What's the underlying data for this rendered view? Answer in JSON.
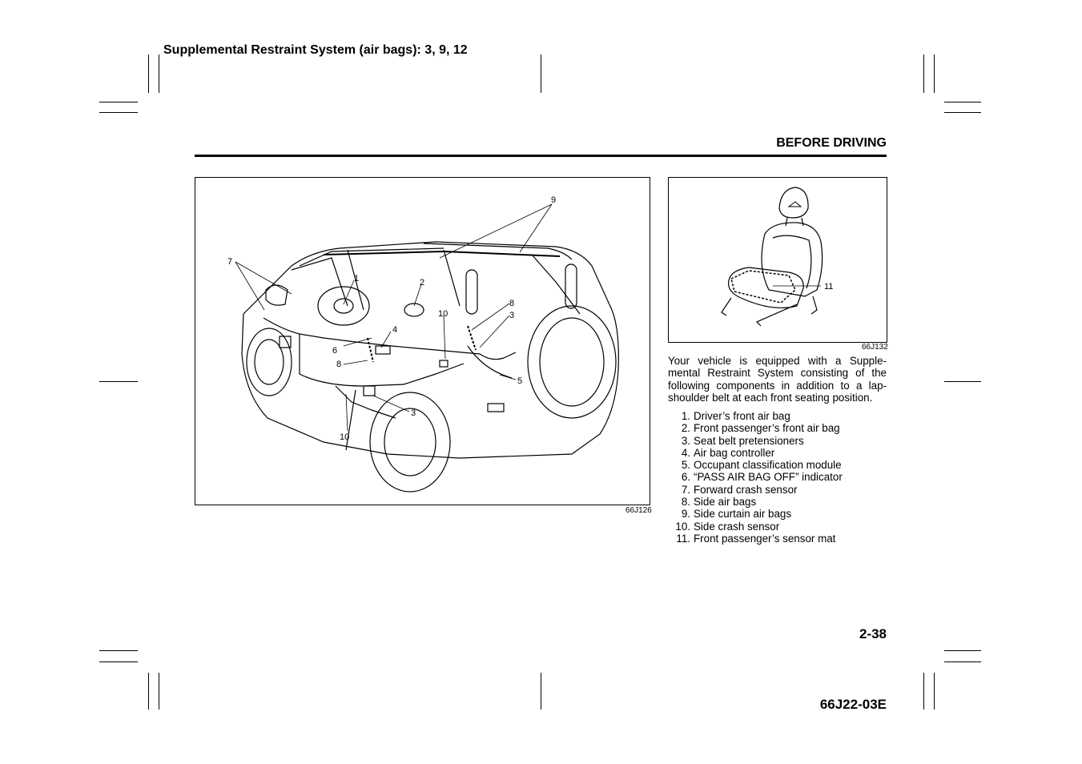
{
  "header": {
    "title": "Supplemental Restraint System (air bags): 3, 9, 12"
  },
  "section_title": "BEFORE DRIVING",
  "figure_left": {
    "code": "66J126",
    "callouts": [
      "1",
      "2",
      "3",
      "3",
      "4",
      "5",
      "6",
      "7",
      "8",
      "8",
      "9",
      "10",
      "10"
    ]
  },
  "figure_right": {
    "code": "66J132",
    "callouts": [
      "11"
    ]
  },
  "intro": "Your vehicle is equipped with a Supple-mental Restraint System consisting of the following components in addition to a lap-shoulder belt at each front seating position.",
  "components": [
    {
      "num": "1.",
      "label": "Driver’s front air bag"
    },
    {
      "num": "2.",
      "label": "Front passenger’s front air bag"
    },
    {
      "num": "3.",
      "label": "Seat belt pretensioners"
    },
    {
      "num": "4.",
      "label": "Air bag controller"
    },
    {
      "num": "5.",
      "label": "Occupant classification module"
    },
    {
      "num": "6.",
      "label": "“PASS AIR BAG OFF” indicator"
    },
    {
      "num": "7.",
      "label": "Forward crash sensor"
    },
    {
      "num": "8.",
      "label": "Side air bags"
    },
    {
      "num": "9.",
      "label": "Side curtain air bags"
    },
    {
      "num": "10.",
      "label": "Side crash sensor"
    },
    {
      "num": "11.",
      "label": "Front passenger’s sensor mat"
    }
  ],
  "page_number": "2-38",
  "doc_code": "66J22-03E"
}
